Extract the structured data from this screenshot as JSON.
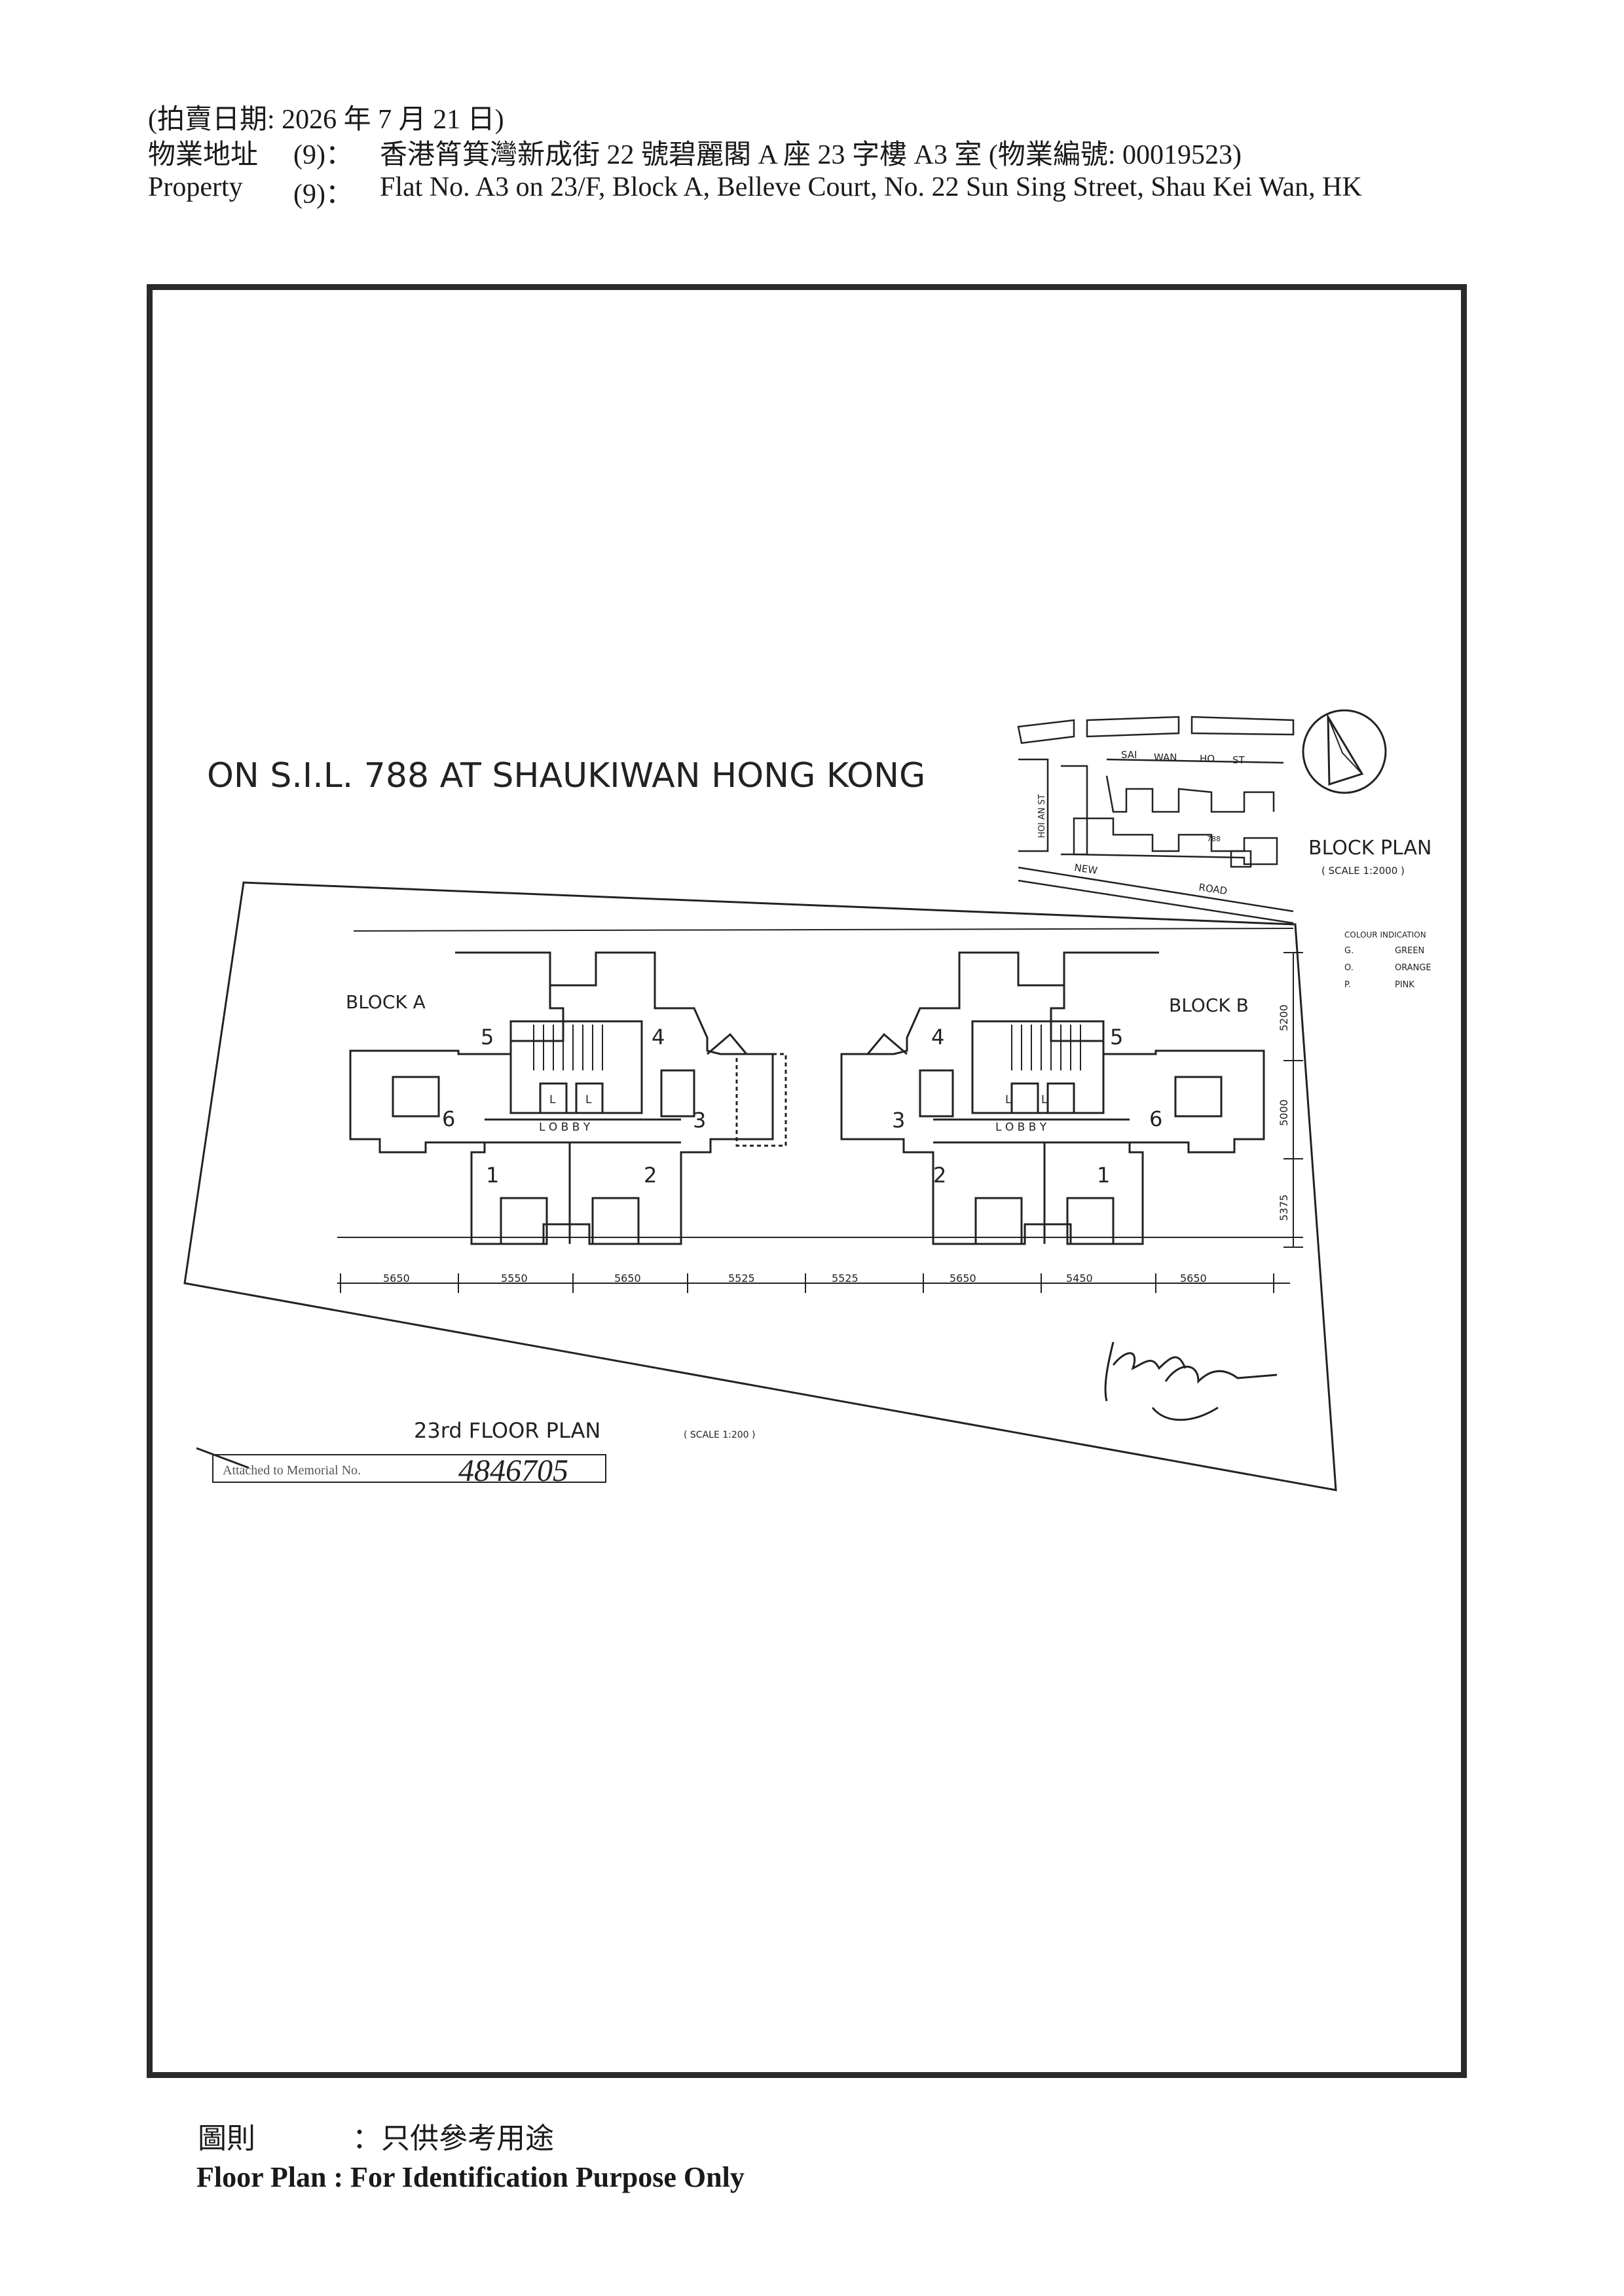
{
  "header": {
    "auction_date": "(拍賣日期:   2026 年 7 月 21 日)",
    "address_cn_label": "物業地址",
    "address_cn_no": "(9)：",
    "address_cn_value": "香港筲箕灣新成街 22 號碧麗閣 A 座 23 字樓 A3 室 (物業編號: 00019523)",
    "address_en_label": "Property",
    "address_en_no": "(9)：",
    "address_en_value": "Flat No. A3 on 23/F, Block A, Belleve Court, No. 22 Sun Sing Street, Shau Kei Wan, HK"
  },
  "plan": {
    "title": "ON S.I.L. 788 AT SHAUKIWAN HONG KONG",
    "block_plan_title": "BLOCK PLAN",
    "block_plan_scale": "( SCALE 1:2000 )",
    "street_top": [
      "SAI",
      "WAN",
      "HO",
      "ST"
    ],
    "street_side": "HOI AN ST",
    "street_bottom": [
      "NEW",
      "ROAD"
    ],
    "lot_label": "788",
    "colour_title": "COLOUR INDICATION",
    "colours": [
      {
        "code": "G.",
        "name": "GREEN"
      },
      {
        "code": "O.",
        "name": "ORANGE"
      },
      {
        "code": "P.",
        "name": "PINK"
      }
    ],
    "block_a": "BLOCK A",
    "block_b": "BLOCK B",
    "lobby": "L O B B Y",
    "lift": "L",
    "flats_a": [
      "5",
      "4",
      "6",
      "3",
      "1",
      "2"
    ],
    "flats_b": [
      "4",
      "5",
      "3",
      "6",
      "2",
      "1"
    ],
    "dims_horizontal": [
      "5650",
      "5550",
      "5650",
      "5525",
      "5525",
      "5650",
      "5450",
      "5650"
    ],
    "dims_vertical": [
      "5200",
      "5000",
      "5375"
    ],
    "floor_plan_title": "23rd FLOOR PLAN",
    "floor_plan_scale": "( SCALE 1:200 )",
    "memorial_text": "Attached to Memorial No.",
    "memorial_number": "4846705",
    "signature": "Kenny Wan"
  },
  "footer": {
    "cn_label": "圖則",
    "cn_value": "：只供參考用途",
    "en_text": "Floor Plan : For Identification Purpose Only"
  }
}
